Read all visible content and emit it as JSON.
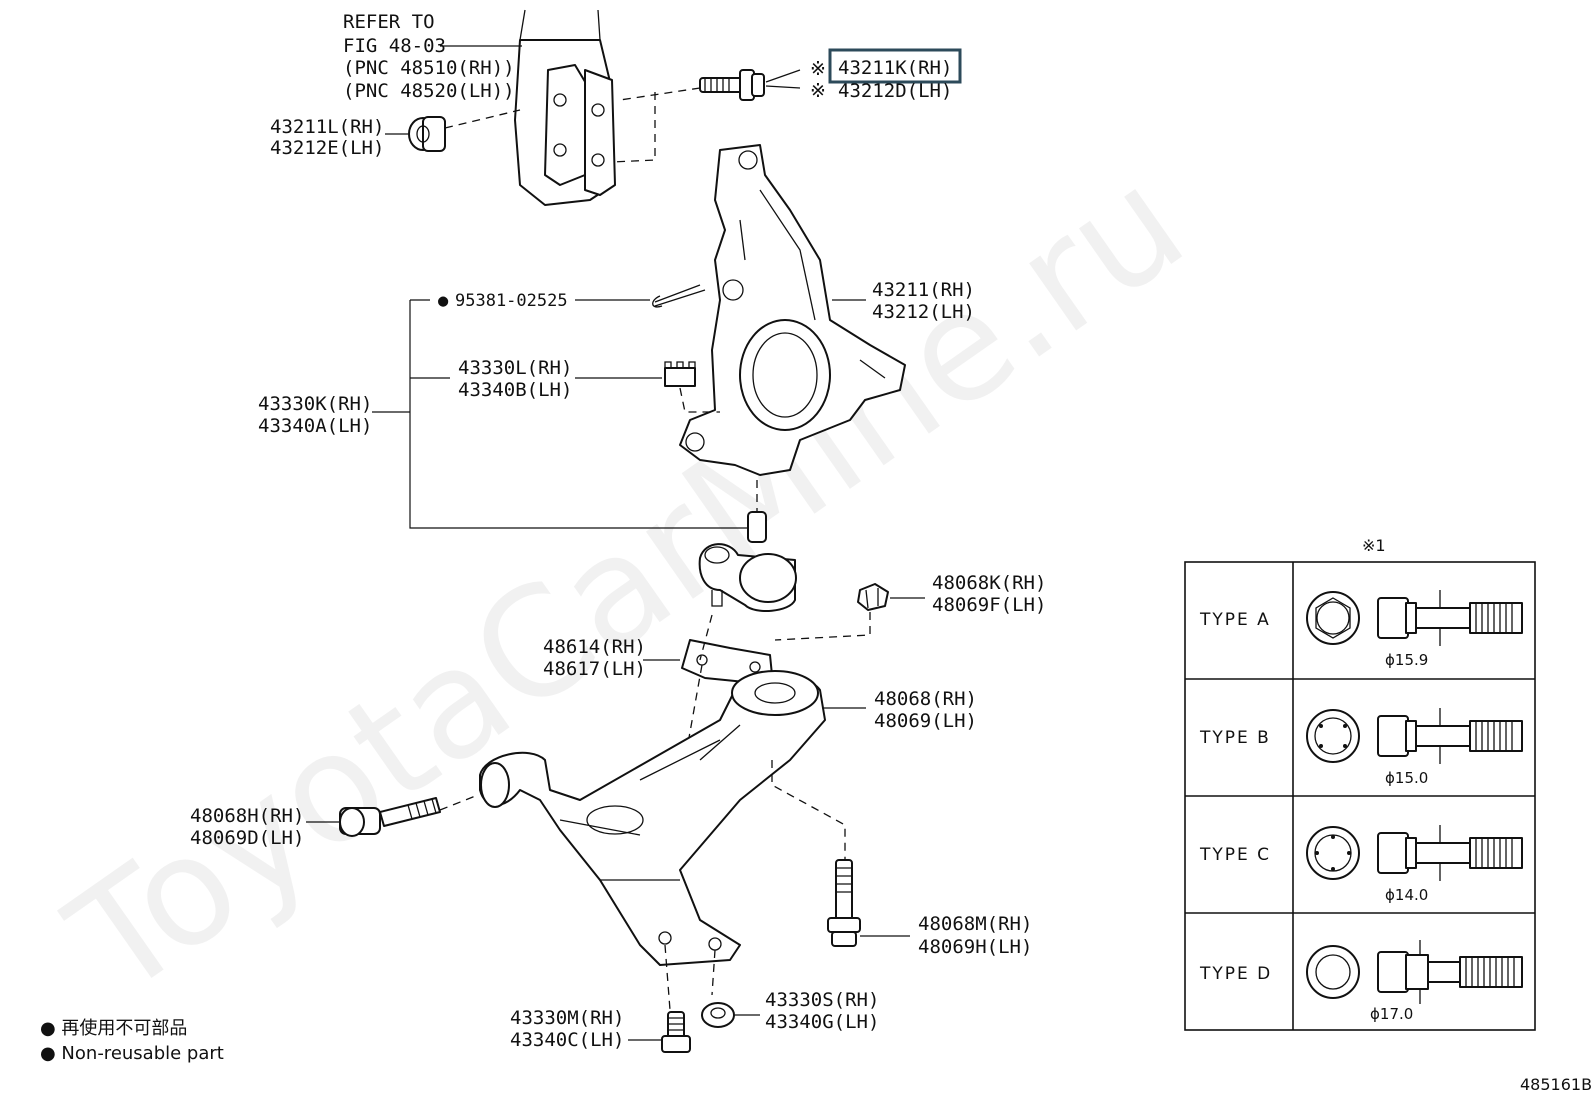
{
  "refer": {
    "line1": "REFER TO",
    "line2": "FIG 48-03",
    "line3": "(PNC 48510(RH))",
    "line4": "(PNC 48520(LH))"
  },
  "labels": {
    "bolt_top_rh": "43211K(RH)",
    "bolt_top_lh": "43212D(LH)",
    "ref_mark": "※",
    "bushing_rh": "43211L(RH)",
    "bushing_lh": "43212E(LH)",
    "knuckle_rh": "43211(RH)",
    "knuckle_lh": "43212(LH)",
    "pin": "95381-02525",
    "pin_mark": "●",
    "nut_top_rh": "43330L(RH)",
    "nut_top_lh": "43340B(LH)",
    "balljoint_rh": "43330K(RH)",
    "balljoint_lh": "43340A(LH)",
    "nut_arm_rh": "48068K(RH)",
    "nut_arm_lh": "48069F(LH)",
    "plate_rh": "48614(RH)",
    "plate_lh": "48617(LH)",
    "arm_rh": "48068(RH)",
    "arm_lh": "48069(LH)",
    "bolt_front_rh": "48068H(RH)",
    "bolt_front_lh": "48069D(LH)",
    "bolt_rear_rh": "48068M(RH)",
    "bolt_rear_lh": "48069H(LH)",
    "bolt_bottom_rh": "43330M(RH)",
    "bolt_bottom_lh": "43340C(LH)",
    "nut_bottom_rh": "43330S(RH)",
    "nut_bottom_lh": "43340G(LH)"
  },
  "legend": {
    "jp": "● 再使用不可部品",
    "en": "● Non-reusable part"
  },
  "types_table": {
    "header": "※1",
    "rows": [
      {
        "type": "TYPE A",
        "diameter": "ϕ15.9"
      },
      {
        "type": "TYPE B",
        "diameter": "ϕ15.0"
      },
      {
        "type": "TYPE C",
        "diameter": "ϕ14.0"
      },
      {
        "type": "TYPE D",
        "diameter": "ϕ17.0"
      }
    ]
  },
  "watermark": "ToyotaCarMine.ru",
  "figure_code": "485161B",
  "colors": {
    "line": "#111111",
    "highlight": "#2c4a5a"
  }
}
